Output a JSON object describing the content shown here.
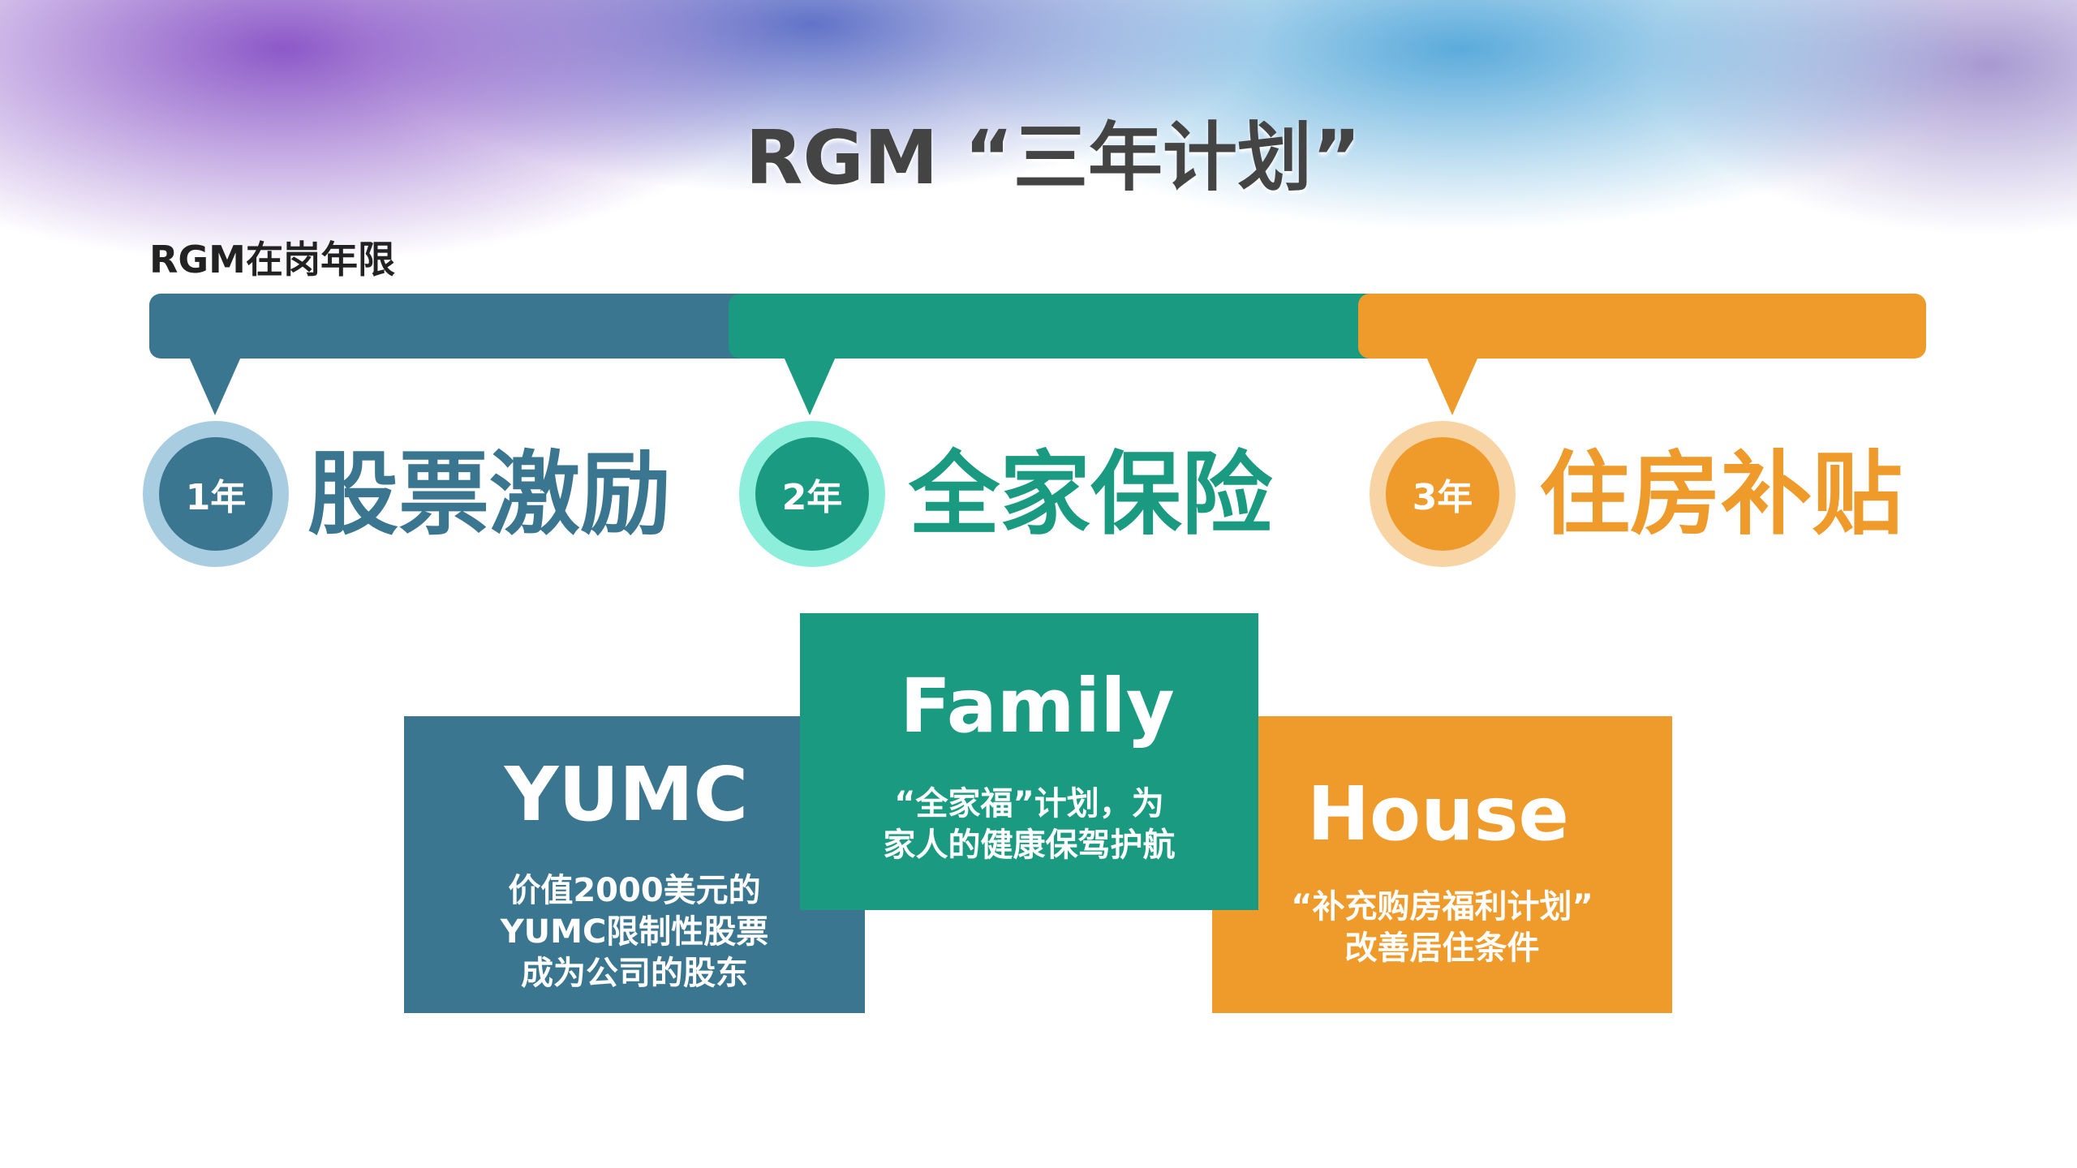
{
  "title": "RGM “三年计划”",
  "subtitle": "RGM在岗年限",
  "colors": {
    "blue": "#3a7690",
    "green": "#1a9a80",
    "orange": "#ee9b2c"
  },
  "stages": [
    {
      "year": "1年",
      "label": "股票激励"
    },
    {
      "year": "2年",
      "label": "全家保险"
    },
    {
      "year": "3年",
      "label": "住房补贴"
    }
  ],
  "cards": [
    {
      "heading": "YUMC",
      "lines": [
        "价值2000美元的",
        "YUMC限制性股票",
        "成为公司的股东"
      ]
    },
    {
      "heading": "Family",
      "lines": [
        "“全家福”计划，为",
        "家人的健康保驾护航"
      ]
    },
    {
      "heading": "House",
      "lines": [
        "“补充购房福利计划”",
        "改善居住条件"
      ]
    }
  ]
}
